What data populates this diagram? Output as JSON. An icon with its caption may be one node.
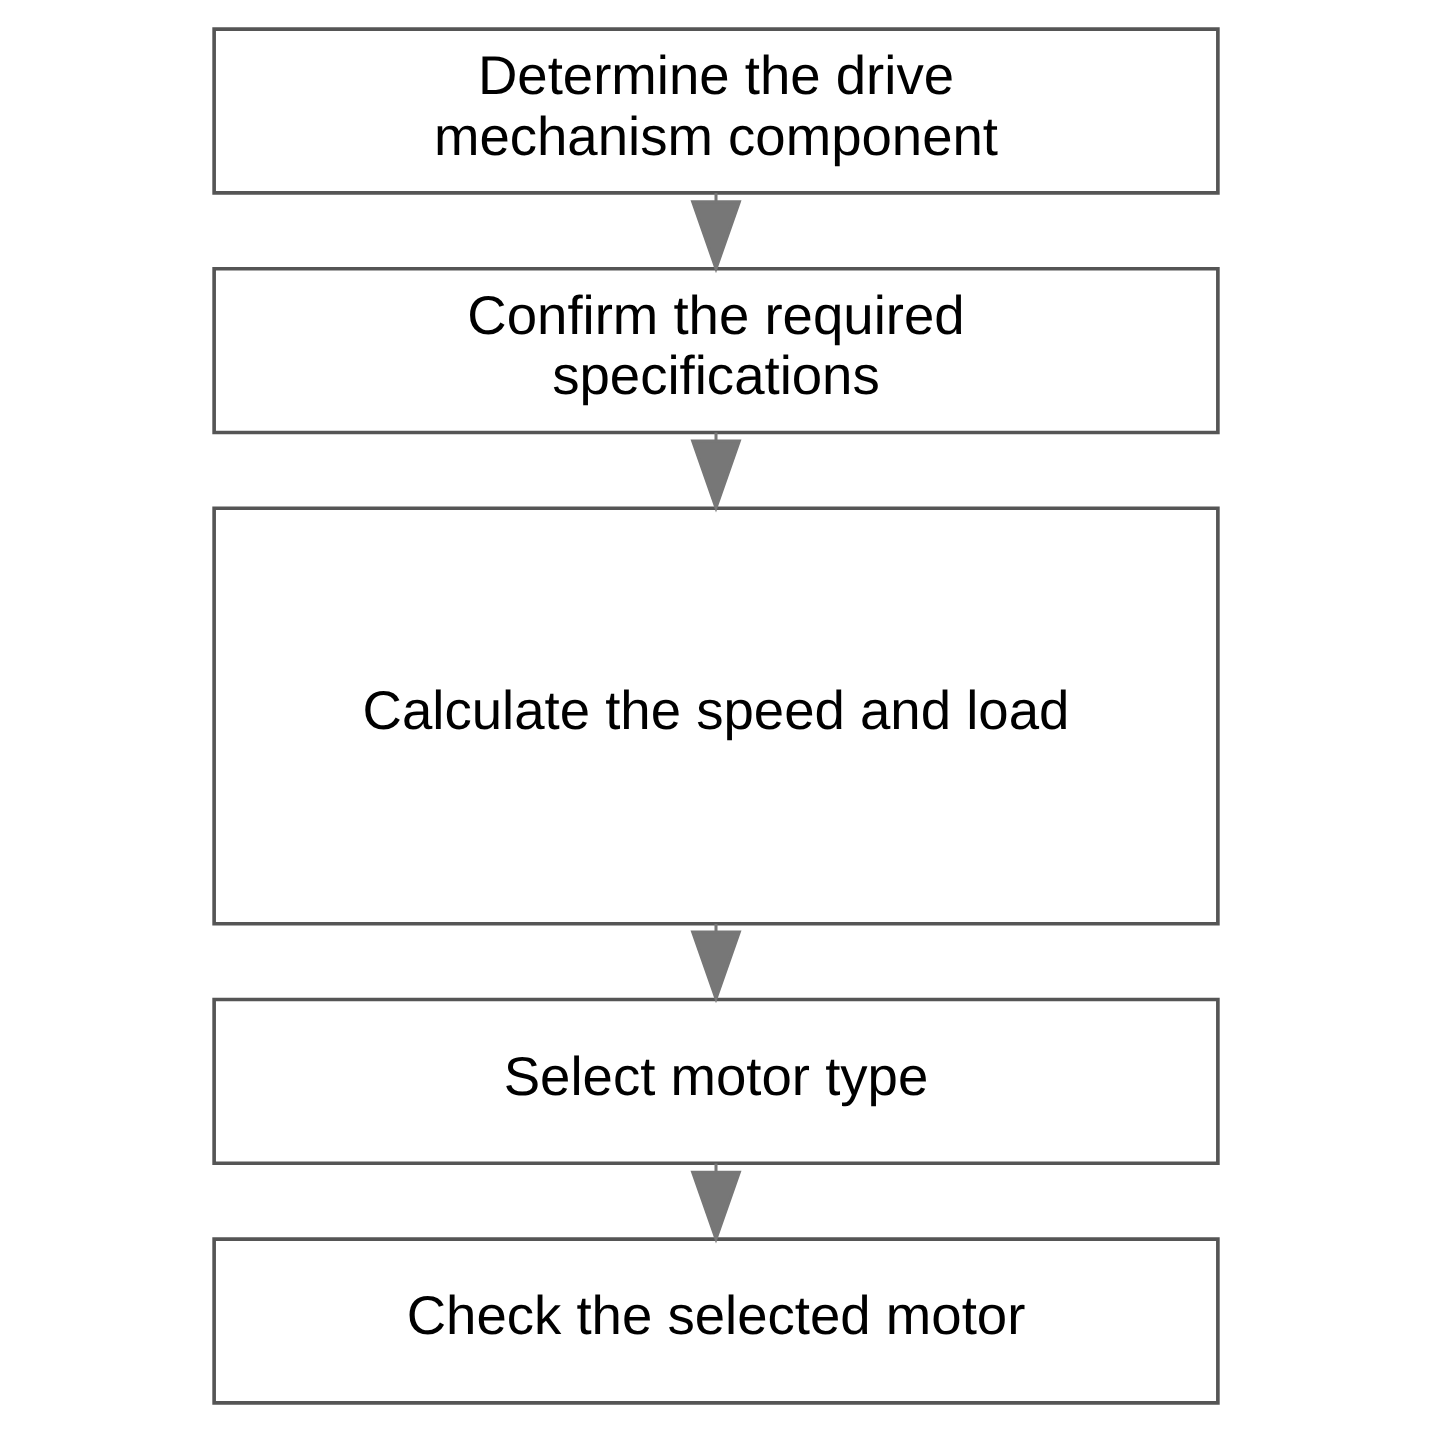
{
  "diagram": {
    "nodes": [
      {
        "text": [
          "Determine the drive mechanism component"
        ]
      },
      {
        "text": [
          "Confirm the required specifications"
        ]
      },
      {
        "text": [
          "Calculate the speed and load"
        ]
      },
      {
        "text": [
          "Select motor type"
        ]
      },
      {
        "text": [
          "Check the selected motor"
        ]
      }
    ],
    "edges": [
      {
        "from": 0,
        "to": 1,
        "arrow": "to"
      },
      {
        "from": 1,
        "to": 2,
        "arrow": "to"
      },
      {
        "from": 2,
        "to": 3,
        "arrow": "to"
      },
      {
        "from": 3,
        "to": 4,
        "arrow": "to"
      }
    ]
  }
}
